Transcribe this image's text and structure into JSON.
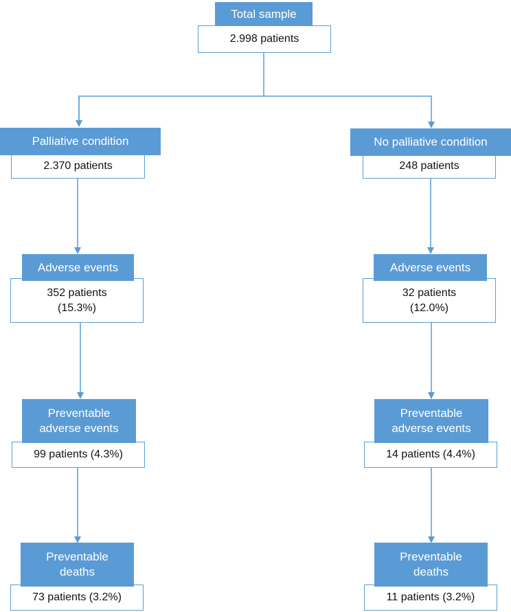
{
  "root": {
    "title": "Total sample",
    "value": "2.998 patients"
  },
  "left": {
    "condition": {
      "title": "Palliative condition",
      "value": "2.370 patients"
    },
    "adverse": {
      "title": "Adverse events",
      "value_line1": "352 patients",
      "value_line2": "(15.3%)"
    },
    "preventable": {
      "title_line1": "Preventable",
      "title_line2": "adverse events",
      "value": "99 patients (4.3%)"
    },
    "deaths": {
      "title_line1": "Preventable",
      "title_line2": "deaths",
      "value": "73 patients (3.2%)"
    }
  },
  "right": {
    "condition": {
      "title": "No palliative condition",
      "value": "248 patients"
    },
    "adverse": {
      "title": "Adverse events",
      "value_line1": "32 patients",
      "value_line2": "(12.0%)"
    },
    "preventable": {
      "title_line1": "Preventable",
      "title_line2": "adverse events",
      "value": "14 patients (4.4%)"
    },
    "deaths": {
      "title_line1": "Preventable",
      "title_line2": "deaths",
      "value": "11 patients (3.2%)"
    }
  },
  "colors": {
    "accent": "#5b9bd5",
    "text_on_accent": "#ffffff",
    "text": "#111111"
  }
}
